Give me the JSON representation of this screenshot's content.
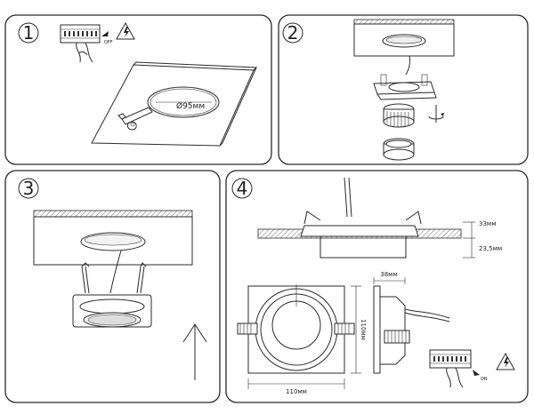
{
  "steps": [
    {
      "number": "1"
    },
    {
      "number": "2"
    },
    {
      "number": "3"
    },
    {
      "number": "4"
    }
  ],
  "labels": {
    "cutout_diameter": "Ø95мм",
    "switch_off": "OFF",
    "switch_on": "ON",
    "height_top": "33мм",
    "height_bottom": "23,5мм",
    "side_depth": "38мм",
    "width": "110мм",
    "height": "110мм"
  },
  "icons": {
    "warning": "high-voltage-warning-icon",
    "rotate": "rotate-arrow-icon",
    "push": "push-up-arrow-icon"
  }
}
